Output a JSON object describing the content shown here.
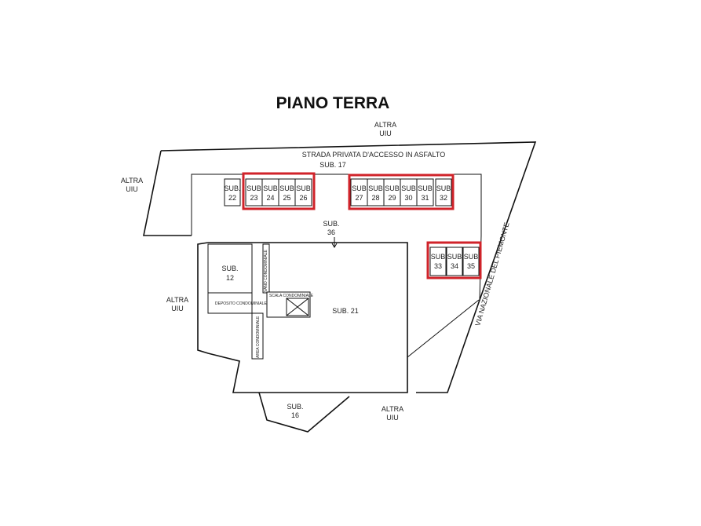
{
  "title": "PIANO TERRA",
  "labels": {
    "altra_uiu_top": [
      "ALTRA",
      "UIU"
    ],
    "altra_uiu_left": [
      "ALTRA",
      "UIU"
    ],
    "altra_uiu_mid_left": [
      "ALTRA",
      "UIU"
    ],
    "altra_uiu_bottom": [
      "ALTRA",
      "UIU"
    ],
    "road": "STRADA PRIVATA D'ACCESSO IN ASFALTO",
    "sub17": "SUB. 17",
    "sub36": [
      "SUB.",
      "36"
    ],
    "sub12": [
      "SUB.",
      "12"
    ],
    "sub21": "SUB. 21",
    "sub16": [
      "SUB.",
      "16"
    ],
    "via": "VIA NAZIONALE DEL PIEMONTE"
  },
  "garages_row": [
    {
      "sub": "SUB.",
      "num": "22",
      "highlighted": false
    },
    {
      "sub": "SUB",
      "num": "23",
      "highlighted": true
    },
    {
      "sub": "SUB",
      "num": "24",
      "highlighted": true
    },
    {
      "sub": "SUB",
      "num": "25",
      "highlighted": true
    },
    {
      "sub": "SUB",
      "num": "26",
      "highlighted": true
    },
    {
      "sub": "SUB",
      "num": "27",
      "highlighted": true
    },
    {
      "sub": "SUB",
      "num": "28",
      "highlighted": true
    },
    {
      "sub": "SUB",
      "num": "29",
      "highlighted": true
    },
    {
      "sub": "SUB",
      "num": "30",
      "highlighted": true
    },
    {
      "sub": "SUB",
      "num": "31",
      "highlighted": true
    },
    {
      "sub": "SUB",
      "num": "32",
      "highlighted": true
    }
  ],
  "garages_side": [
    {
      "sub": "SUB",
      "num": "33",
      "highlighted": true
    },
    {
      "sub": "SUB",
      "num": "34",
      "highlighted": true
    },
    {
      "sub": "SUB",
      "num": "35",
      "highlighted": true
    }
  ],
  "small_notes": [
    "DEPOSITO CONDOMINIALE",
    "SCALA CONDOMINIALE",
    "AREA CONDOMINIALE",
    "VANO CONDOMINIALE"
  ],
  "colors": {
    "highlight": "#d0232a",
    "line": "#111111"
  }
}
